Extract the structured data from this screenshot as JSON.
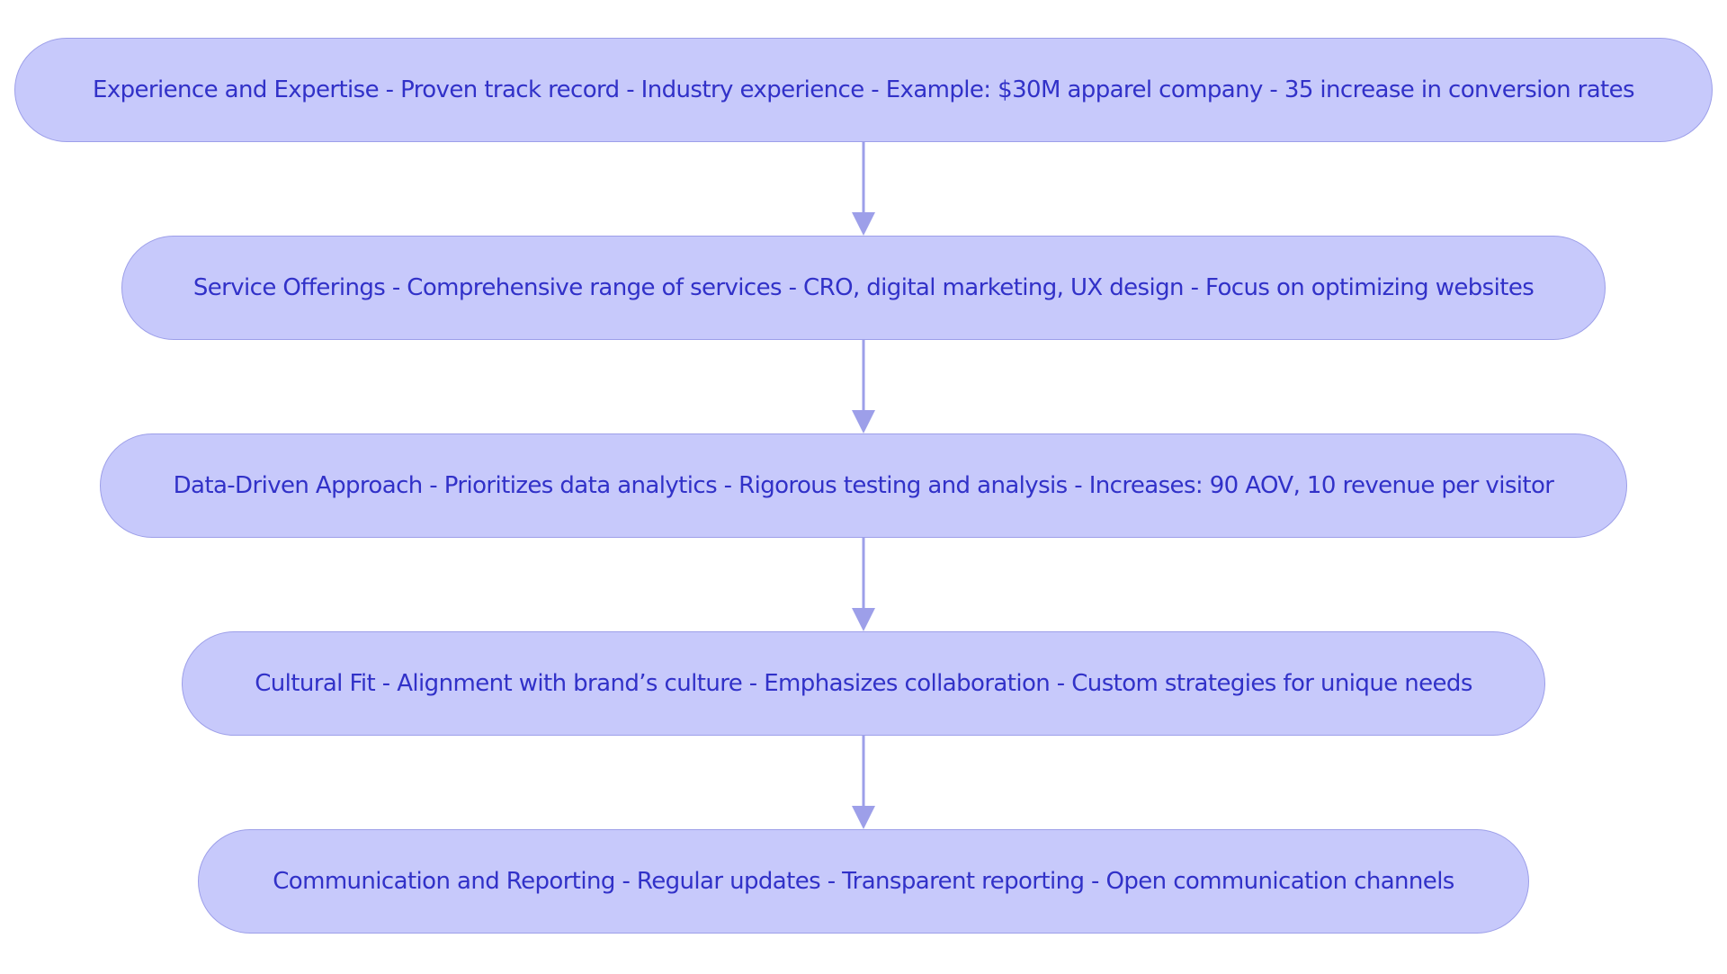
{
  "diagram": {
    "nodes": [
      {
        "id": "experience",
        "label": "Experience and Expertise - Proven track record - Industry experience - Example: $30M apparel company - 35 increase in conversion rates"
      },
      {
        "id": "services",
        "label": "Service Offerings - Comprehensive range of services - CRO, digital marketing, UX design - Focus on optimizing websites"
      },
      {
        "id": "data-driven",
        "label": "Data-Driven Approach - Prioritizes data analytics - Rigorous testing and analysis - Increases: 90 AOV, 10 revenue per visitor"
      },
      {
        "id": "cultural-fit",
        "label": "Cultural Fit - Alignment with brand’s culture - Emphasizes collaboration - Custom strategies for unique needs"
      },
      {
        "id": "communication",
        "label": "Communication and Reporting - Regular updates - Transparent reporting - Open communication channels"
      }
    ],
    "edges": [
      {
        "from": "experience",
        "to": "services"
      },
      {
        "from": "services",
        "to": "data-driven"
      },
      {
        "from": "data-driven",
        "to": "cultural-fit"
      },
      {
        "from": "cultural-fit",
        "to": "communication"
      }
    ],
    "colors": {
      "node_fill": "#c7c9fb",
      "node_border": "#9d9fe9",
      "text": "#3131c8",
      "arrow": "#9d9fe9"
    }
  }
}
